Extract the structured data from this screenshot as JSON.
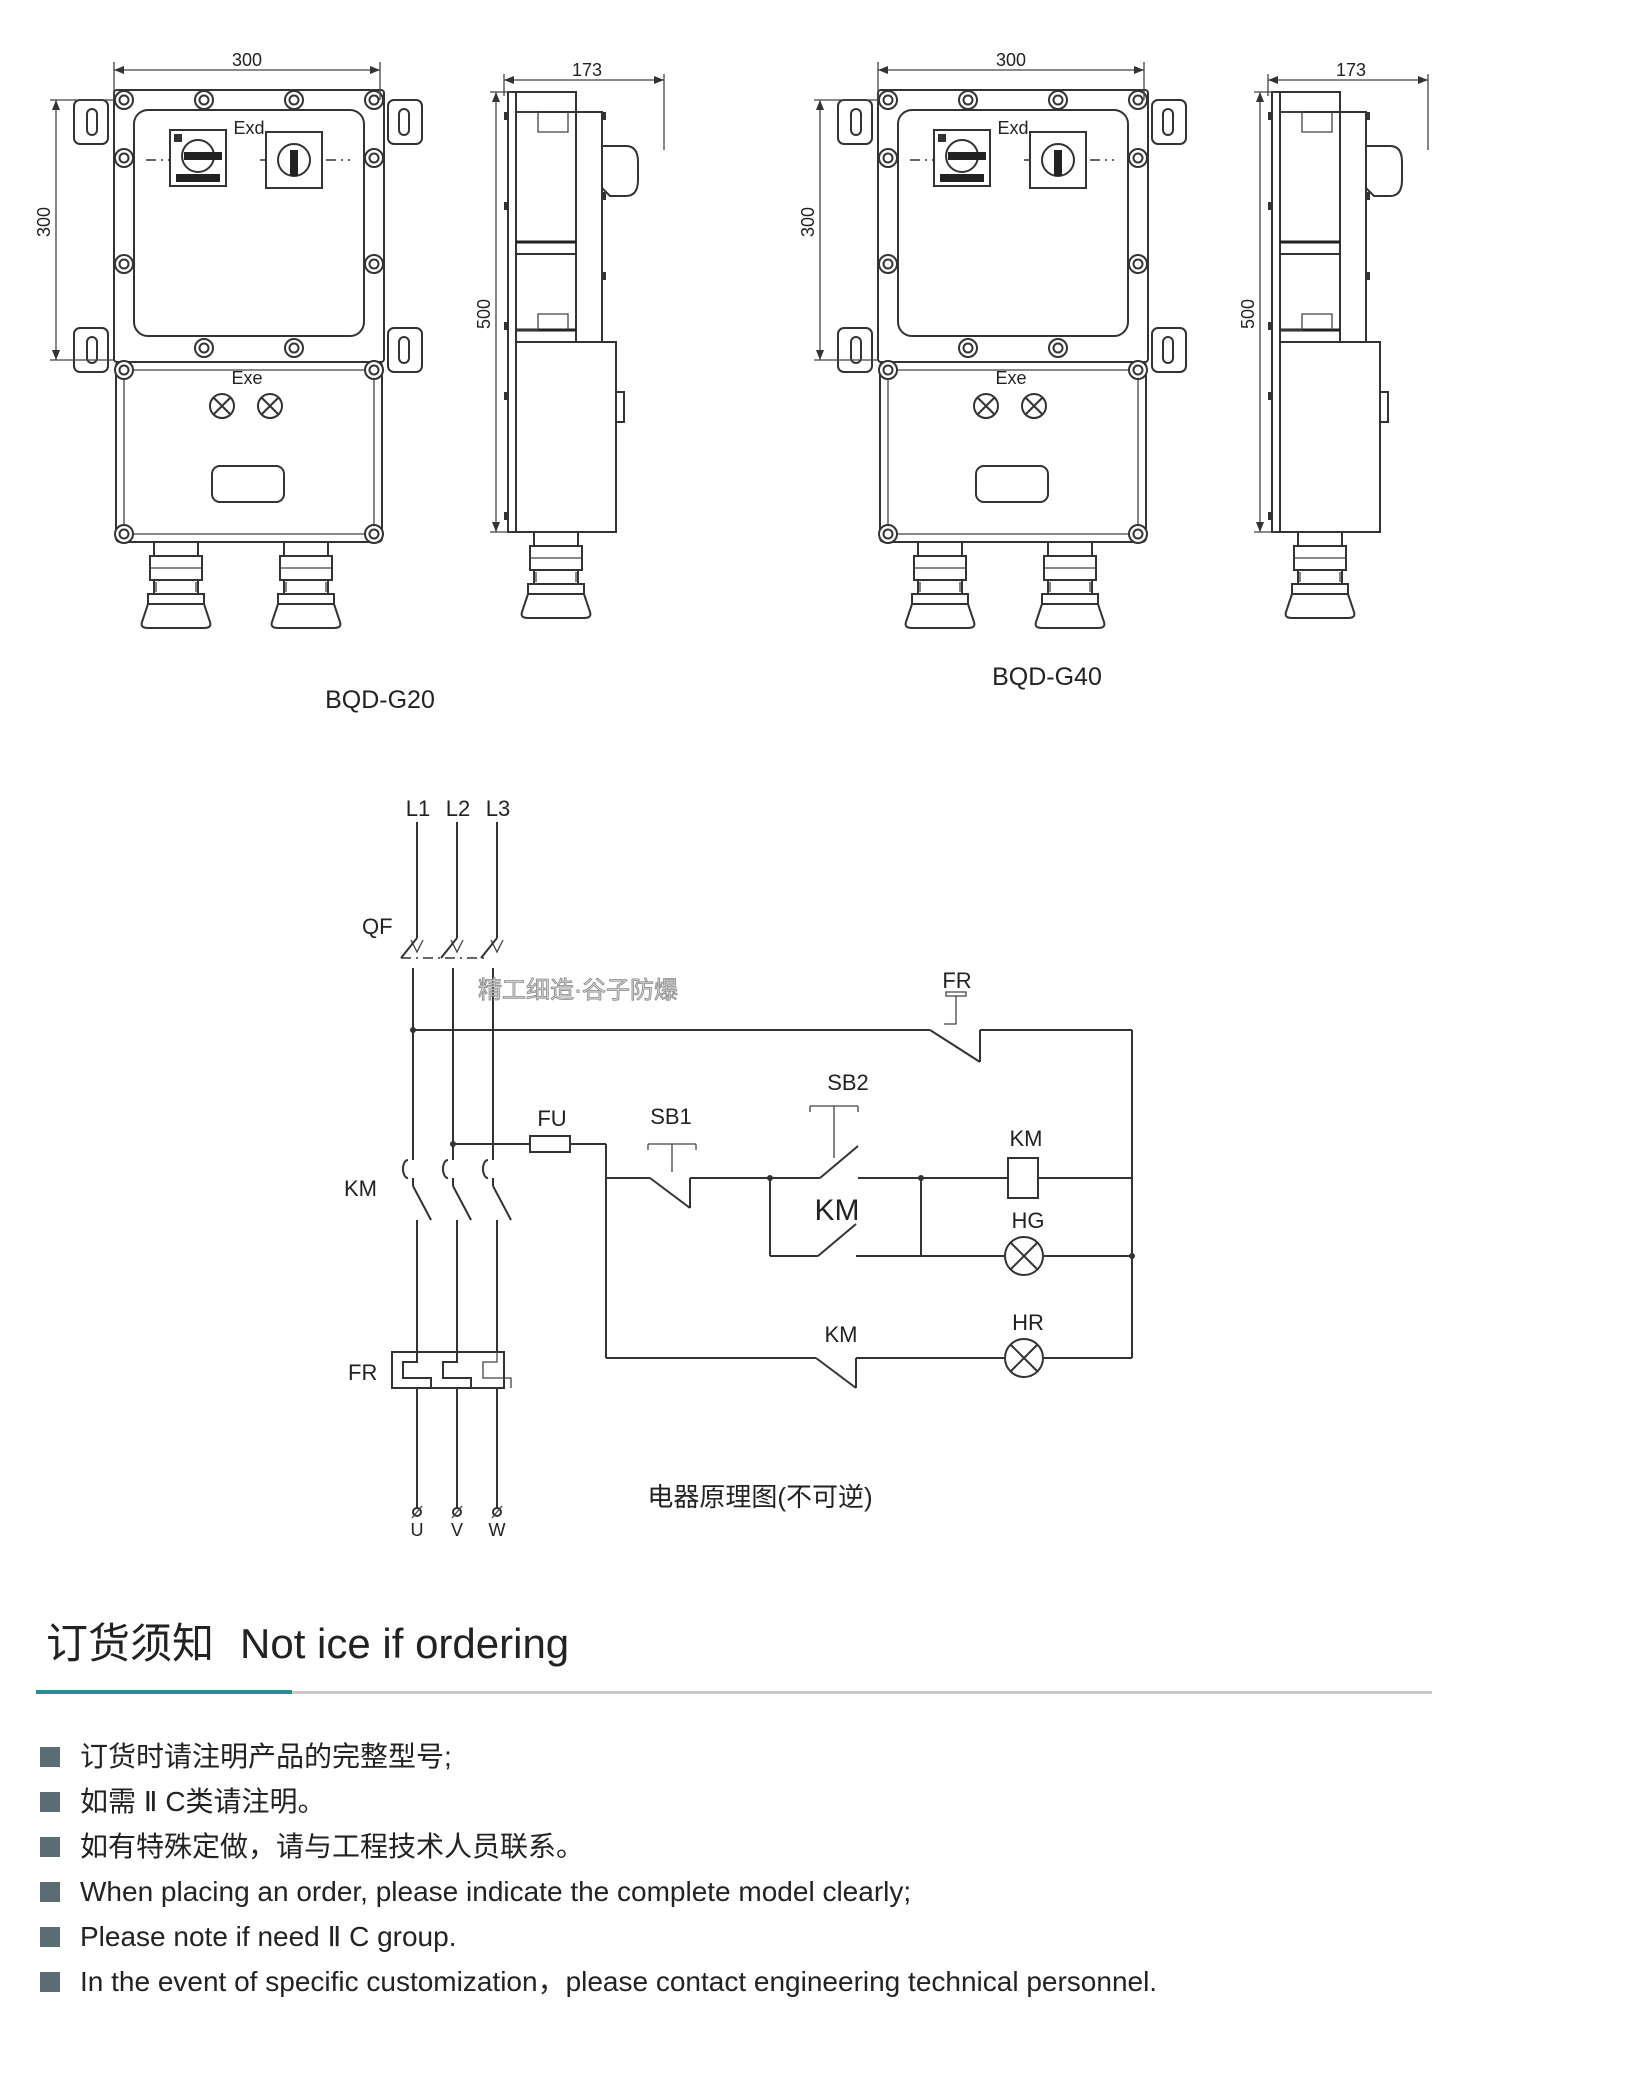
{
  "products": [
    {
      "model": "BQD-G20",
      "dims": {
        "front_width": "300",
        "front_height": "300",
        "side_depth": "173",
        "side_height": "500"
      },
      "labels": {
        "top": "Exd",
        "bottom": "Exe"
      }
    },
    {
      "model": "BQD-G40",
      "dims": {
        "front_width": "300",
        "front_height": "300",
        "side_depth": "173",
        "side_height": "500"
      },
      "labels": {
        "top": "Exd",
        "bottom": "Exe"
      }
    }
  ],
  "schematic": {
    "caption": "电器原理图(不可逆)",
    "watermark": "精工细造·谷子防爆",
    "labels": {
      "l1": "L1",
      "l2": "L2",
      "l3": "L3",
      "qf": "QF",
      "km_main": "KM",
      "fr_main": "FR",
      "u": "U",
      "v": "V",
      "w": "W",
      "fu": "FU",
      "sb1": "SB1",
      "sb2": "SB2",
      "km_hold": "KM",
      "fr_contact": "FR",
      "km_coil": "KM",
      "hg": "HG",
      "km_nc": "KM",
      "hr": "HR"
    }
  },
  "ordering": {
    "title_cn": "订货须知",
    "title_en": "Not ice if ordering",
    "notes": [
      "订货时请注明产品的完整型号;",
      "如需 Ⅱ C类请注明。",
      "如有特殊定做，请与工程技术人员联系。",
      "When placing an order, please indicate the complete model clearly;",
      "Please note if need  Ⅱ C group.",
      "In the event of specific customization，please contact engineering technical personnel."
    ]
  },
  "colors": {
    "accent": "#2b8a92",
    "bullet": "#5a6c74",
    "rule": "#c8c8c8"
  }
}
